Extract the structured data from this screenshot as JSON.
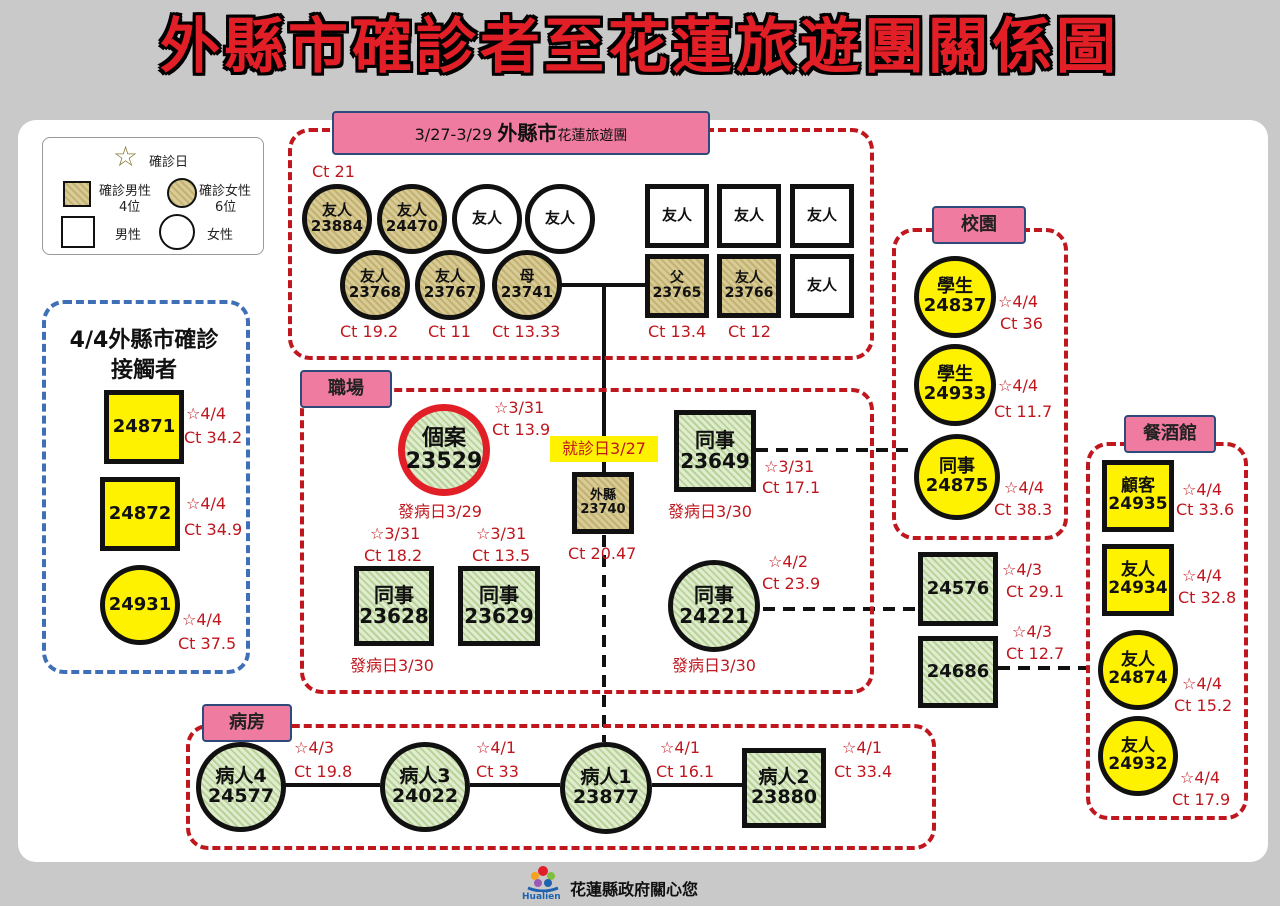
{
  "title": "外縣市確診者至花蓮旅遊團關係圖",
  "legend": {
    "star_label": "確診日",
    "male_pos": "確診男性",
    "male_pos_count": "4位",
    "female_pos": "確診女性",
    "female_pos_count": "6位",
    "male": "男性",
    "female": "女性"
  },
  "groups": {
    "tour_date": "3/27-3/29",
    "tour_city": "外縣市",
    "tour_name": "花蓮旅遊團",
    "workplace": "職場",
    "ward": "病房",
    "campus": "校園",
    "bar": "餐酒館",
    "contacts_line1": "4/4外縣市確診",
    "contacts_line2": "接觸者"
  },
  "clinic_date": "就診日3/27",
  "footer": "花蓮縣政府關心您",
  "logo_text": "Hualien",
  "tour": {
    "n1": {
      "a": "友人",
      "b": "23884",
      "ct": "Ct 21"
    },
    "n2": {
      "a": "友人",
      "b": "24470"
    },
    "n3": {
      "a": "友人"
    },
    "n4": {
      "a": "友人"
    },
    "n5": {
      "a": "友人",
      "b": "23768",
      "ct": "Ct 19.2"
    },
    "n6": {
      "a": "友人",
      "b": "23767",
      "ct": "Ct 11"
    },
    "n7": {
      "a": "母",
      "b": "23741",
      "ct": "Ct 13.33"
    },
    "s1": {
      "a": "友人"
    },
    "s2": {
      "a": "友人"
    },
    "s3": {
      "a": "友人"
    },
    "s4": {
      "a": "父",
      "b": "23765",
      "ct": "Ct 13.4"
    },
    "s5": {
      "a": "友人",
      "b": "23766",
      "ct": "Ct 12"
    },
    "s6": {
      "a": "友人"
    }
  },
  "work": {
    "case": {
      "a": "個案",
      "b": "23529",
      "star": "☆3/31",
      "ct": "Ct 13.9",
      "onset": "發病日3/29"
    },
    "c23740": {
      "a": "外縣",
      "b": "23740",
      "ct": "Ct 20.47"
    },
    "c23649": {
      "a": "同事",
      "b": "23649",
      "star": "☆3/31",
      "ct": "Ct 17.1",
      "onset": "發病日3/30"
    },
    "c23628": {
      "a": "同事",
      "b": "23628",
      "star": "☆3/31",
      "ct": "Ct 18.2",
      "onset": "發病日3/30"
    },
    "c23629": {
      "a": "同事",
      "b": "23629",
      "star": "☆3/31",
      "ct": "Ct 13.5"
    },
    "c24221": {
      "a": "同事",
      "b": "24221",
      "star": "☆4/2",
      "ct": "Ct 23.9",
      "onset": "發病日3/30"
    }
  },
  "contacts": {
    "c24871": {
      "b": "24871",
      "star": "☆4/4",
      "ct": "Ct 34.2"
    },
    "c24872": {
      "b": "24872",
      "star": "☆4/4",
      "ct": "Ct 34.9"
    },
    "c24931": {
      "b": "24931",
      "star": "☆4/4",
      "ct": "Ct 37.5"
    }
  },
  "campus_nodes": {
    "c24837": {
      "a": "學生",
      "b": "24837",
      "star": "☆4/4",
      "ct": "Ct 36"
    },
    "c24933": {
      "a": "學生",
      "b": "24933",
      "star": "☆4/4",
      "ct": "Ct 11.7"
    },
    "c24875": {
      "a": "同事",
      "b": "24875",
      "star": "☆4/4",
      "ct": "Ct 38.3"
    }
  },
  "mid_nodes": {
    "c24576": {
      "b": "24576",
      "star": "☆4/3",
      "ct": "Ct 29.1"
    },
    "c24686": {
      "b": "24686",
      "star": "☆4/3",
      "ct": "Ct 12.7"
    }
  },
  "bar_nodes": {
    "c24935": {
      "a": "顧客",
      "b": "24935",
      "star": "☆4/4",
      "ct": "Ct 33.6"
    },
    "c24934": {
      "a": "友人",
      "b": "24934",
      "star": "☆4/4",
      "ct": "Ct 32.8"
    },
    "c24874": {
      "a": "友人",
      "b": "24874",
      "star": "☆4/4",
      "ct": "Ct 15.2"
    },
    "c24932": {
      "a": "友人",
      "b": "24932",
      "star": "☆4/4",
      "ct": "Ct 17.9"
    }
  },
  "ward_nodes": {
    "p4": {
      "a": "病人4",
      "b": "24577",
      "star": "☆4/3",
      "ct": "Ct 19.8"
    },
    "p3": {
      "a": "病人3",
      "b": "24022",
      "star": "☆4/1",
      "ct": "Ct 33"
    },
    "p1": {
      "a": "病人1",
      "b": "23877",
      "star": "☆4/1",
      "ct": "Ct 16.1"
    },
    "p2": {
      "a": "病人2",
      "b": "23880",
      "star": "☆4/1",
      "ct": "Ct 33.4"
    }
  }
}
